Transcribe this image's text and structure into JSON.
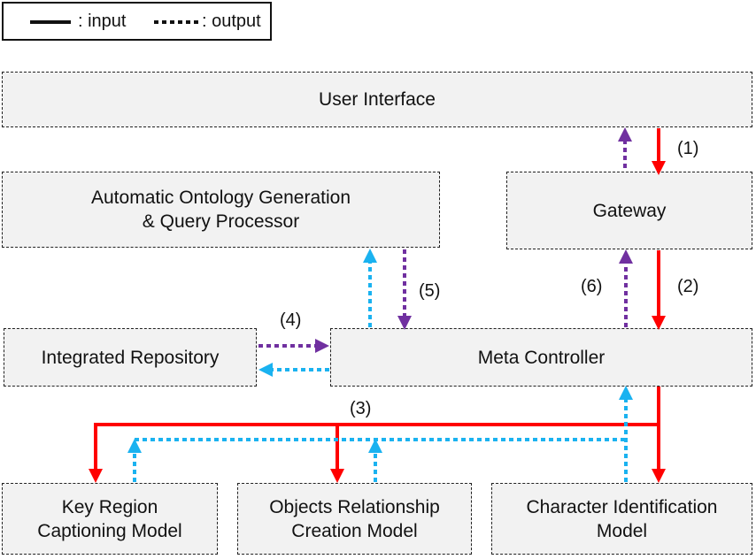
{
  "legend": {
    "input_label": ": input",
    "output_label": ": output"
  },
  "nodes": {
    "user_interface": "User Interface",
    "gateway": "Gateway",
    "ontology": "Automatic Ontology Generation\n& Query Processor",
    "repository": "Integrated Repository",
    "meta_controller": "Meta Controller",
    "key_region": "Key Region\nCaptioning Model",
    "objects_relationship": "Objects Relationship\nCreation Model",
    "character_id": "Character Identification\nModel"
  },
  "step_labels": {
    "s1": "(1)",
    "s2": "(2)",
    "s3": "(3)",
    "s4": "(4)",
    "s5": "(5)",
    "s6": "(6)"
  },
  "colors": {
    "input": "#ff0000",
    "output_blue": "#1ab2f0",
    "output_purple": "#7030a0"
  }
}
